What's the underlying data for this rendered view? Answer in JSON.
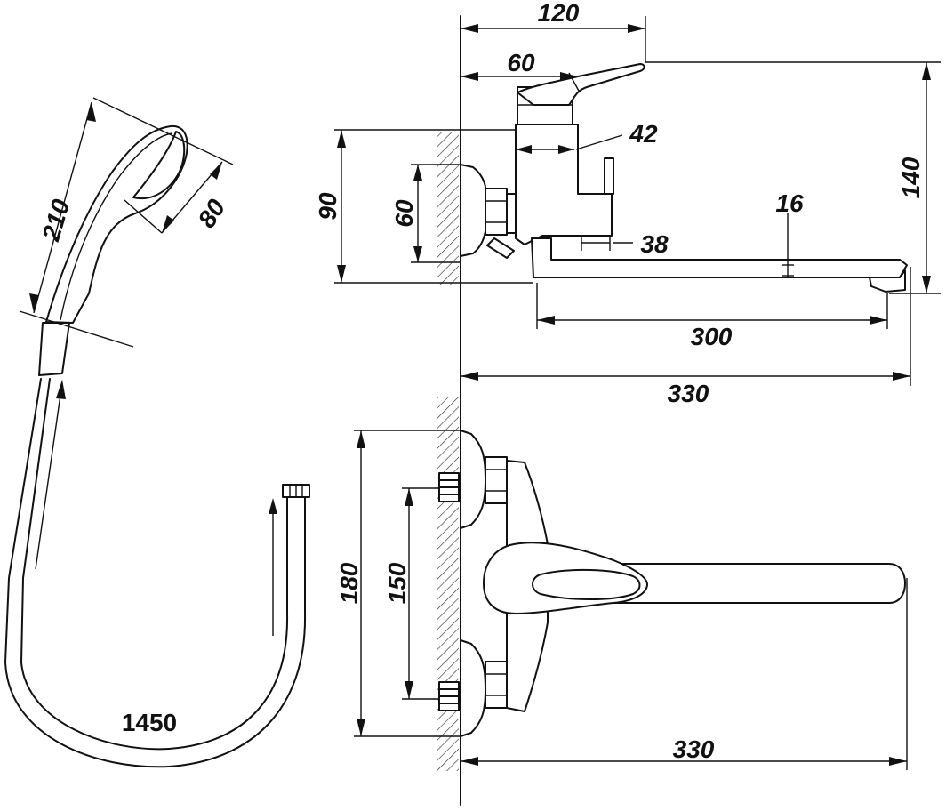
{
  "dimensions": {
    "top_width": "120",
    "lever_width": "60",
    "body_depth": "42",
    "height_total": "140",
    "body_height": "90",
    "eccentric_height": "60",
    "spout_thickness": "16",
    "spout_offset": "38",
    "spout_length": "300",
    "overall_length": "330",
    "front_height": "180",
    "inlet_spacing": "150",
    "front_length": "330",
    "shower_length": "210",
    "shower_head": "80",
    "hose_length": "1450"
  }
}
